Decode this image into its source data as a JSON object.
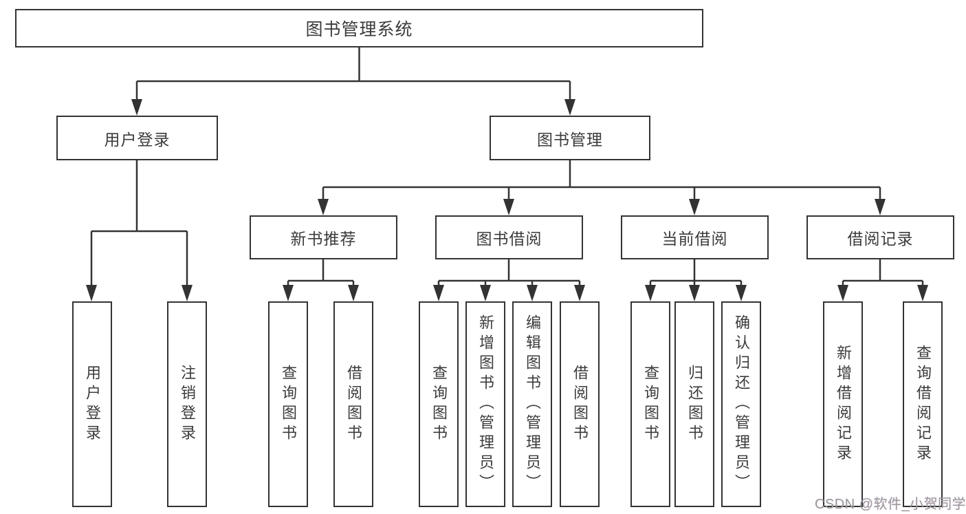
{
  "colors": {
    "line": "#333333",
    "border": "#333333",
    "background": "#ffffff",
    "text": "#3b3b3b",
    "watermark": "#9c9c9c"
  },
  "tree": {
    "root": {
      "label": "图书管理系统"
    },
    "level2": [
      {
        "label": "用户登录"
      },
      {
        "label": "图书管理"
      }
    ],
    "level3": [
      {
        "label": "新书推荐",
        "parent": "图书管理"
      },
      {
        "label": "图书借阅",
        "parent": "图书管理"
      },
      {
        "label": "当前借阅",
        "parent": "图书管理"
      },
      {
        "label": "借阅记录",
        "parent": "图书管理"
      }
    ],
    "leaves": [
      {
        "label": "用户登录",
        "parent": "用户登录"
      },
      {
        "label": "注销登录",
        "parent": "用户登录"
      },
      {
        "label": "查询图书",
        "parent": "新书推荐"
      },
      {
        "label": "借阅图书",
        "parent": "新书推荐"
      },
      {
        "label": "查询图书",
        "parent": "图书借阅"
      },
      {
        "label": "新增图书（管理员）",
        "parent": "图书借阅"
      },
      {
        "label": "编辑图书（管理员）",
        "parent": "图书借阅"
      },
      {
        "label": "借阅图书",
        "parent": "图书借阅"
      },
      {
        "label": "查询图书",
        "parent": "当前借阅"
      },
      {
        "label": "归还图书",
        "parent": "当前借阅"
      },
      {
        "label": "确认归还（管理员）",
        "parent": "当前借阅"
      },
      {
        "label": "新增借阅记录",
        "parent": "借阅记录"
      },
      {
        "label": "查询借阅记录",
        "parent": "借阅记录"
      }
    ]
  },
  "watermark": {
    "text": "CSDN @软件_小贺同学"
  }
}
